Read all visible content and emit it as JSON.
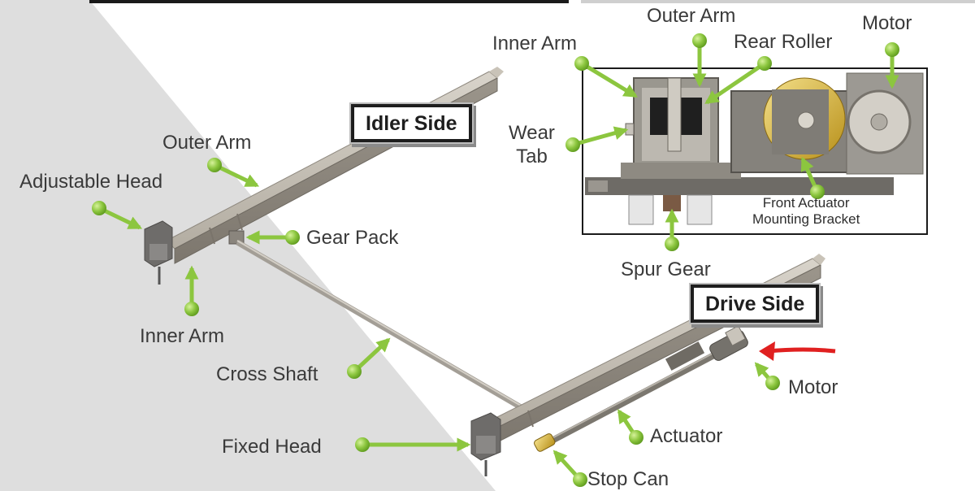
{
  "labels": {
    "idler_side": "Idler Side",
    "drive_side": "Drive Side",
    "outer_arm_left": "Outer Arm",
    "adjustable_head": "Adjustable Head",
    "gear_pack": "Gear Pack",
    "inner_arm_left": "Inner Arm",
    "cross_shaft": "Cross Shaft",
    "fixed_head": "Fixed Head",
    "stop_can": "Stop Can",
    "actuator": "Actuator",
    "motor_main": "Motor",
    "inner_arm_inset": "Inner Arm",
    "outer_arm_inset": "Outer Arm",
    "rear_roller": "Rear Roller",
    "motor_inset": "Motor",
    "wear_tab_line1": "Wear",
    "wear_tab_line2": "Tab",
    "front_bracket_line1": "Front Actuator",
    "front_bracket_line2": "Mounting Bracket",
    "spur_gear": "Spur Gear"
  },
  "colors": {
    "callout_green": "#8cc63f",
    "callout_green_dark": "#5e9a1e",
    "indicator_red": "#e02020",
    "rail_metal": "#b9b3a8",
    "background_gray": "#dedede"
  }
}
